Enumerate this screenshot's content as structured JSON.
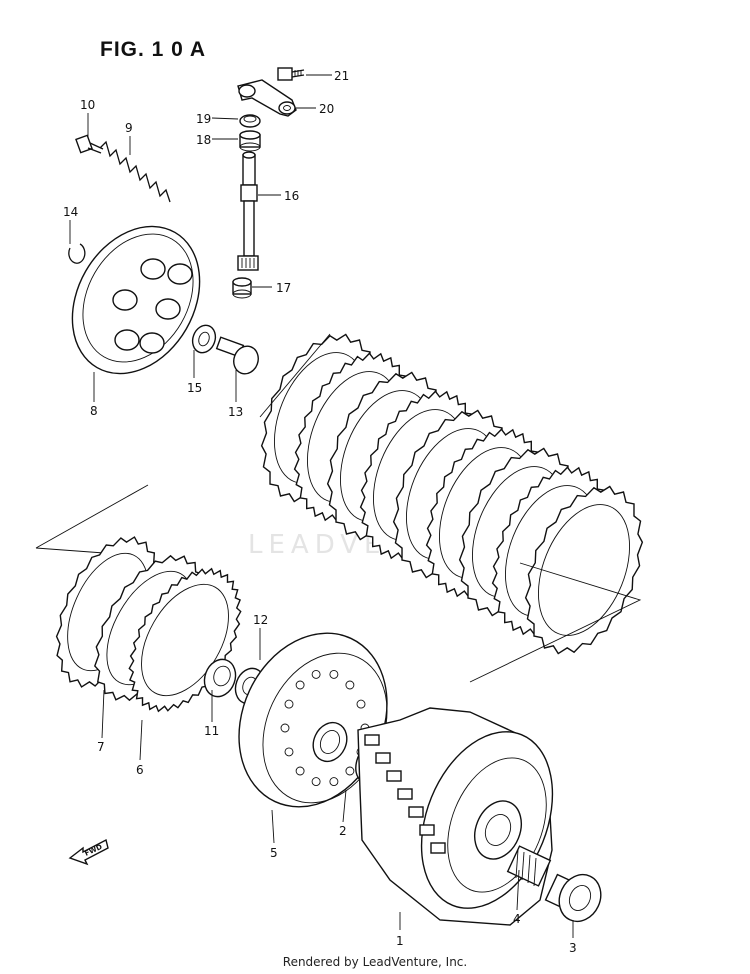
{
  "figure": {
    "title": "FIG. 1 0 A"
  },
  "watermark": "LEADVENTURE",
  "footer": "Rendered by LeadVenture, Inc.",
  "fwd_label": "FWD",
  "callouts": [
    {
      "id": "c21",
      "label": "21"
    },
    {
      "id": "c20",
      "label": "20"
    },
    {
      "id": "c10",
      "label": "10"
    },
    {
      "id": "c9",
      "label": "9"
    },
    {
      "id": "c19",
      "label": "19"
    },
    {
      "id": "c18",
      "label": "18"
    },
    {
      "id": "c16",
      "label": "16"
    },
    {
      "id": "c14",
      "label": "14"
    },
    {
      "id": "c17",
      "label": "17"
    },
    {
      "id": "c15",
      "label": "15"
    },
    {
      "id": "c13",
      "label": "13"
    },
    {
      "id": "c8",
      "label": "8"
    },
    {
      "id": "c12",
      "label": "12"
    },
    {
      "id": "c11",
      "label": "11"
    },
    {
      "id": "c7",
      "label": "7"
    },
    {
      "id": "c6",
      "label": "6"
    },
    {
      "id": "c5",
      "label": "5"
    },
    {
      "id": "c2",
      "label": "2"
    },
    {
      "id": "c4",
      "label": "4"
    },
    {
      "id": "c1",
      "label": "1"
    },
    {
      "id": "c3",
      "label": "3"
    }
  ]
}
